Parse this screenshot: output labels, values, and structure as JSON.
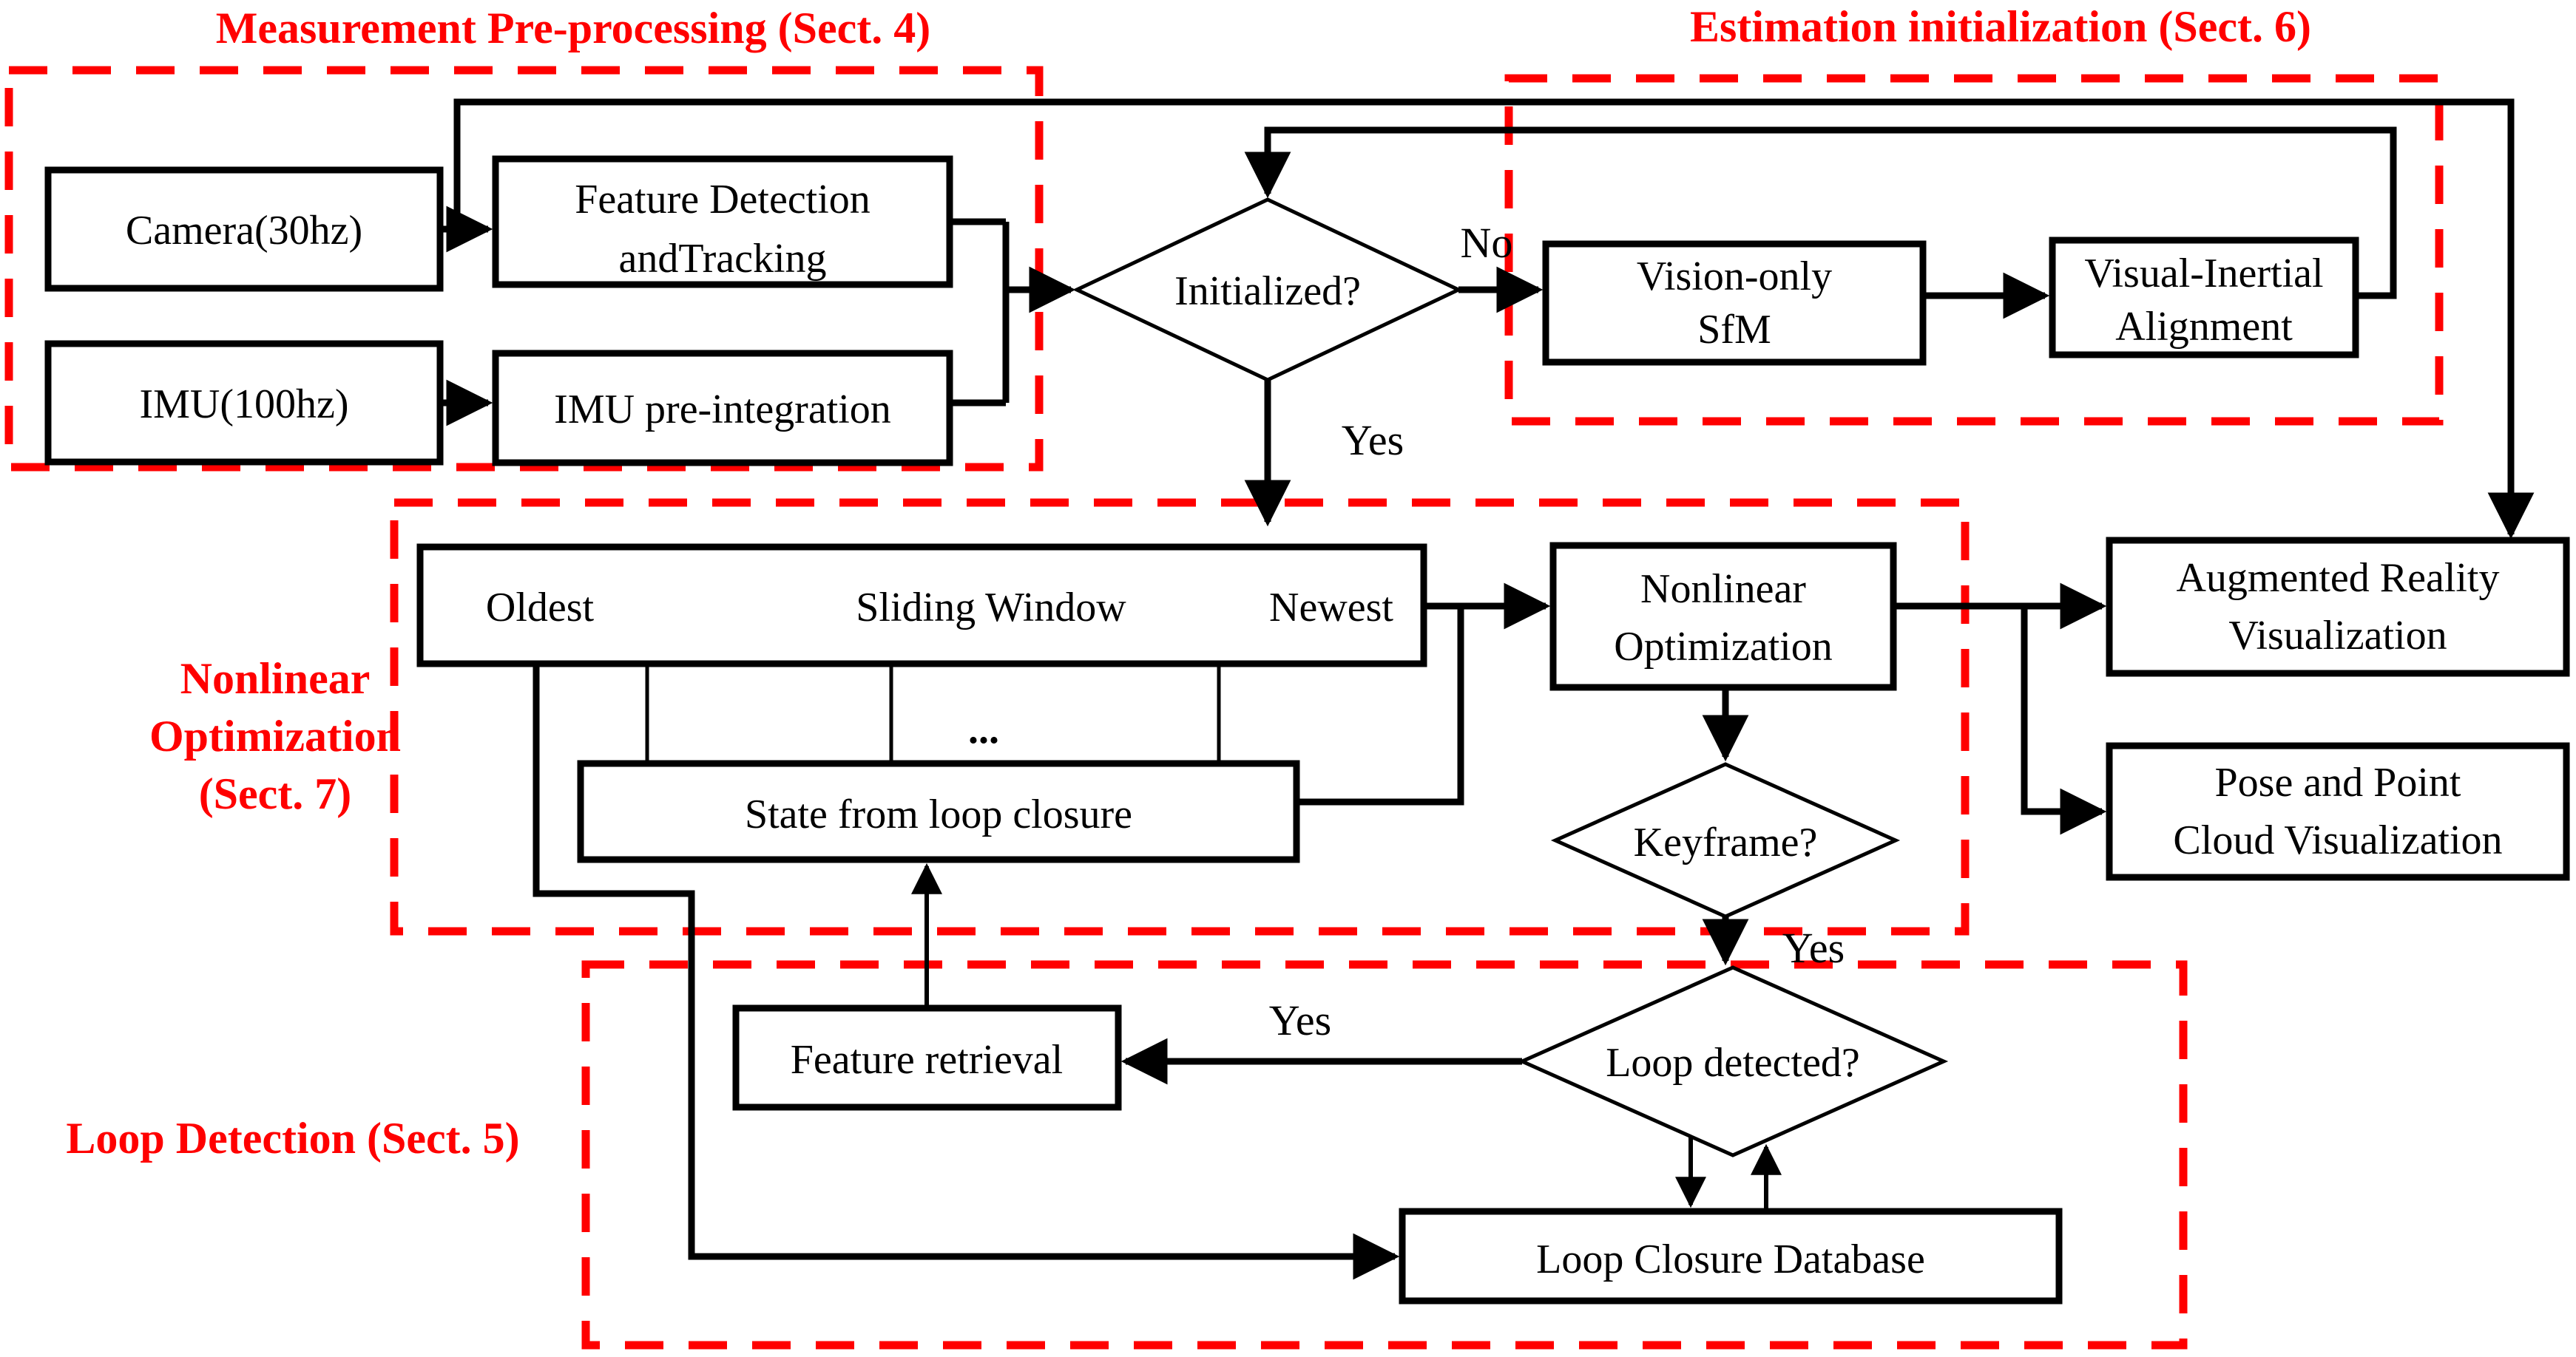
{
  "diagram": {
    "type": "flowchart",
    "background": "#ffffff"
  },
  "colors": {
    "section_accent": "#ff0000",
    "line": "#000000",
    "box_fill": "#ffffff"
  },
  "sections": {
    "measurement": {
      "title": "Measurement Pre-processing (Sect. 4)"
    },
    "estimation": {
      "title": "Estimation initialization (Sect. 6)"
    },
    "nonlinear": {
      "title_lines": [
        "Nonlinear",
        "Optimization",
        "(Sect. 7)"
      ]
    },
    "loop": {
      "title": "Loop Detection (Sect. 5)"
    }
  },
  "nodes": {
    "camera": {
      "label": [
        "Camera(30hz)"
      ]
    },
    "imu": {
      "label": [
        "IMU(100hz)"
      ]
    },
    "feature_detection": {
      "label": [
        "Feature Detection",
        "andTracking"
      ]
    },
    "imu_preintegration": {
      "label": [
        "IMU pre-integration"
      ]
    },
    "initialized_decision": {
      "label": [
        "Initialized?"
      ]
    },
    "vision_only_sfm": {
      "label": [
        "Vision-only",
        "SfM"
      ]
    },
    "visual_inertial_alignment": {
      "label": [
        "Visual-Inertial",
        "Alignment"
      ]
    },
    "sliding_window": {
      "oldest": "Oldest",
      "title": "Sliding Window",
      "newest": "Newest",
      "ellipsis": "..."
    },
    "state_from_loop_closure": {
      "label": [
        "State from loop closure"
      ]
    },
    "nonlinear_optimization": {
      "label": [
        "Nonlinear",
        "Optimization"
      ]
    },
    "keyframe_decision": {
      "label": [
        "Keyframe?"
      ]
    },
    "augmented_reality": {
      "label": [
        "Augmented Reality",
        "Visualization"
      ]
    },
    "pose_point_cloud": {
      "label": [
        "Pose and Point",
        "Cloud Visualization"
      ]
    },
    "feature_retrieval": {
      "label": [
        "Feature retrieval"
      ]
    },
    "loop_detected_decision": {
      "label": [
        "Loop detected?"
      ]
    },
    "loop_closure_database": {
      "label": [
        "Loop Closure Database"
      ]
    }
  },
  "edge_labels": {
    "initialized_no": "No",
    "initialized_yes": "Yes",
    "keyframe_yes": "Yes",
    "loop_detected_yes": "Yes"
  }
}
